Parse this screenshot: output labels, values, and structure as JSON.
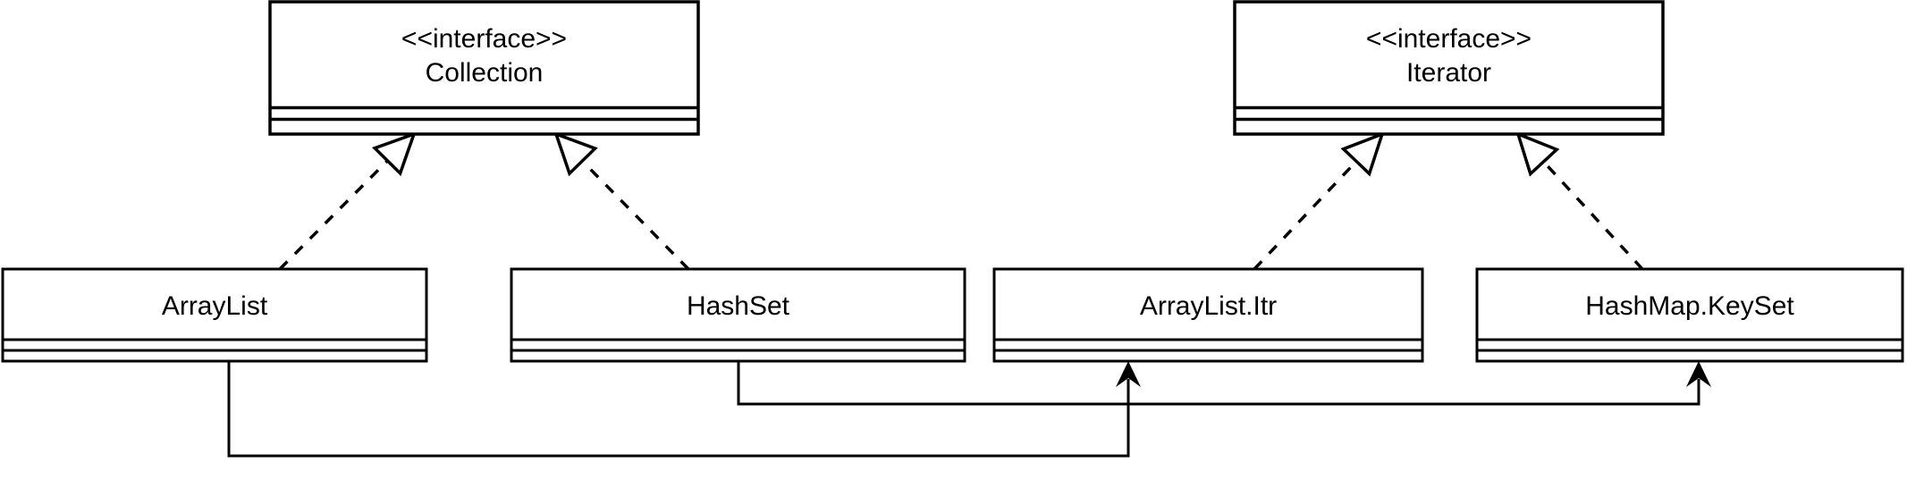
{
  "diagram": {
    "kind": "uml-class-diagram",
    "colors": {
      "stroke": "#000000",
      "background": "#ffffff",
      "text": "#000000"
    },
    "interfaces": [
      {
        "stereotype": "<<interface>>",
        "name": "Collection"
      },
      {
        "stereotype": "<<interface>>",
        "name": "Iterator"
      }
    ],
    "classes": [
      {
        "name": "ArrayList"
      },
      {
        "name": "HashSet"
      },
      {
        "name": "ArrayList.Itr"
      },
      {
        "name": "HashMap.KeySet"
      }
    ],
    "relationships": [
      {
        "from": "ArrayList",
        "to": "Collection",
        "type": "realization",
        "line": "dashed",
        "arrowhead": "hollow-triangle"
      },
      {
        "from": "HashSet",
        "to": "Collection",
        "type": "realization",
        "line": "dashed",
        "arrowhead": "hollow-triangle"
      },
      {
        "from": "ArrayList.Itr",
        "to": "Iterator",
        "type": "realization",
        "line": "dashed",
        "arrowhead": "hollow-triangle"
      },
      {
        "from": "HashMap.KeySet",
        "to": "Iterator",
        "type": "realization",
        "line": "dashed",
        "arrowhead": "hollow-triangle"
      },
      {
        "from": "ArrayList",
        "to": "ArrayList.Itr",
        "type": "directed-association",
        "line": "solid",
        "arrowhead": "filled-arrow"
      },
      {
        "from": "HashSet",
        "to": "HashMap.KeySet",
        "type": "directed-association",
        "line": "solid",
        "arrowhead": "filled-arrow"
      }
    ]
  }
}
